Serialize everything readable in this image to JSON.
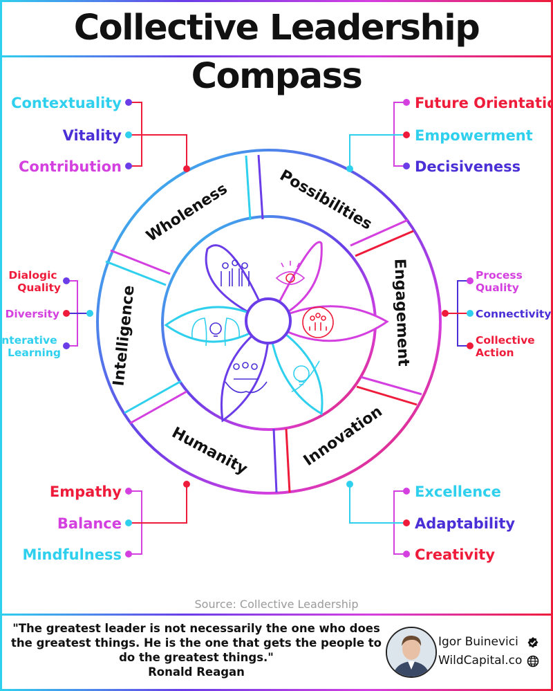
{
  "title": "Collective Leadership Compass",
  "segments": [
    {
      "label": "Wholeness"
    },
    {
      "label": "Possibilities"
    },
    {
      "label": "Engagement"
    },
    {
      "label": "Innovation"
    },
    {
      "label": "Humanity"
    },
    {
      "label": "Intelligence"
    }
  ],
  "branches": {
    "wholeness": [
      "Contextuality",
      "Vitality",
      "Contribution"
    ],
    "possibilities": [
      "Future Orientation",
      "Empowerment",
      "Decisiveness"
    ],
    "engagement": [
      "Process Quality",
      "Connectivity",
      "Collective Action"
    ],
    "innovation": [
      "Excellence",
      "Adaptability",
      "Creativity"
    ],
    "humanity": [
      "Empathy",
      "Balance",
      "Mindfulness"
    ],
    "intelligence": [
      "Dialogic Quality",
      "Diversity",
      "Interative Learning"
    ]
  },
  "colors": {
    "cyan": "#2fd0ee",
    "blue": "#4a2fd6",
    "magenta": "#d43fe0",
    "red": "#ee1c3a",
    "ink": "#111111"
  },
  "icons": [
    "people-group-icon",
    "eye-icon",
    "team-cycle-icon",
    "lightbulb-gear-icon",
    "hands-people-icon",
    "heads-idea-icon"
  ],
  "source": "Source: Collective Leadership",
  "quote": {
    "text": "\"The greatest leader is not necessarily the one who does the greatest things. He is the one that gets the people to do the greatest things.\"",
    "author": "Ronald Reagan"
  },
  "credit": {
    "name": "Igor Buinevici",
    "site": "WildCapital.co"
  }
}
